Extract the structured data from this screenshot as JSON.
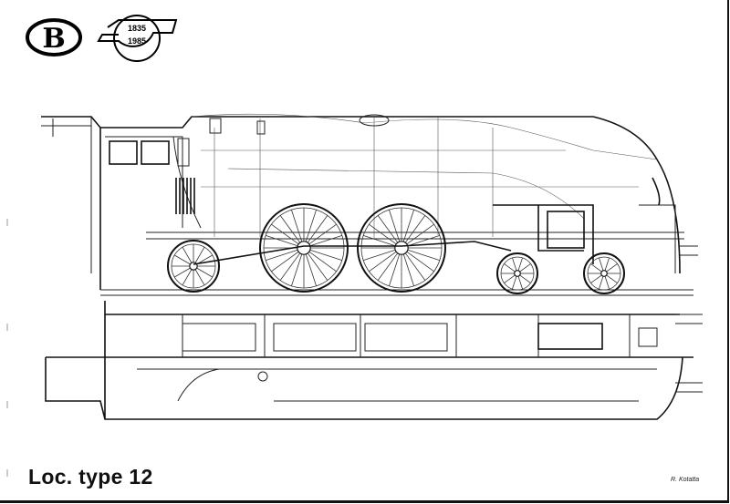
{
  "logos": {
    "sncb_logo": "B",
    "anniversary_logo": {
      "year_top": "1835",
      "year_bottom": "1985"
    }
  },
  "drawing": {
    "title": "Loc. type 12",
    "signature": "R. Kotatta"
  }
}
